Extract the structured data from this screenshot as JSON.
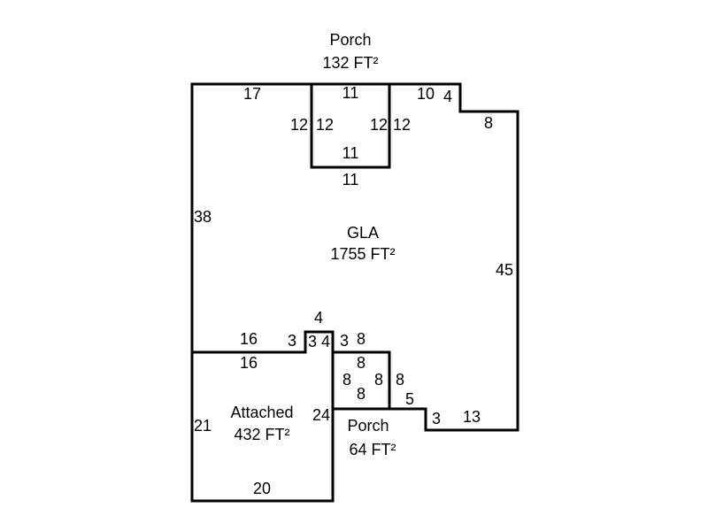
{
  "areas": {
    "porch_top": {
      "name": "Porch",
      "area": "132 FT²"
    },
    "gla": {
      "name": "GLA",
      "area": "1755 FT²"
    },
    "attached": {
      "name": "Attached",
      "area": "432 FT²"
    },
    "porch_bottom": {
      "name": "Porch",
      "area": "64 FT²"
    }
  },
  "dims": {
    "top_left": "17",
    "porch_top_outer": "11",
    "porch_left_outer": "12",
    "porch_left_inner": "12",
    "porch_right_inner": "12",
    "porch_right_outer": "12",
    "porch_bottom_inner": "11",
    "porch_bottom_outer": "11",
    "top_right": "10",
    "step_down": "4",
    "step_right": "8",
    "left_gla": "38",
    "right": "45",
    "mid_16_top": "16",
    "mid_16_bottom": "16",
    "notch_left": "3",
    "notch_top": "4",
    "notch_inner_a": "3",
    "notch_inner_b": "4",
    "notch_right": "3",
    "small_top_outer": "8",
    "small_top_inner": "8",
    "small_left": "8",
    "small_right_inner": "8",
    "small_bottom": "8",
    "small_right_outer": "8",
    "step_5": "5",
    "step_3": "3",
    "bottom_right": "13",
    "attached_left": "21",
    "attached_right": "24",
    "attached_bottom": "20"
  }
}
